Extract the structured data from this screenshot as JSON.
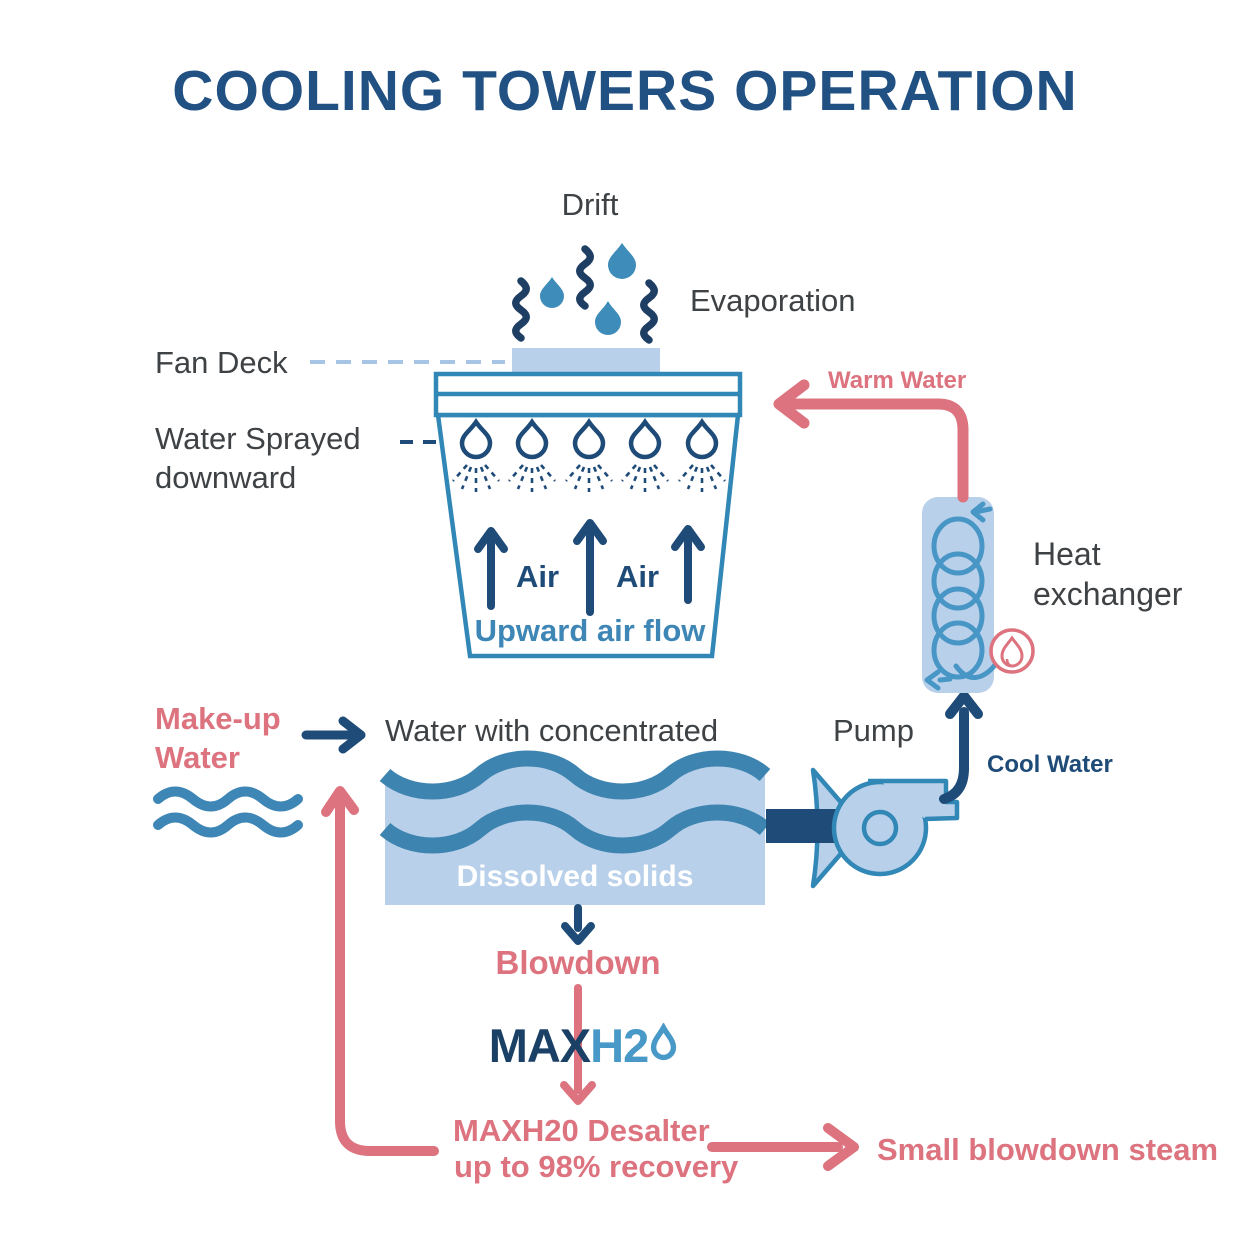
{
  "title": "COOLING TOWERS OPERATION",
  "colors": {
    "title_navy": "#215083",
    "navy": "#1e4b77",
    "teal_outline": "#3187b5",
    "medium_blue": "#3e8cba",
    "light_blue_fill": "#b9d0ea",
    "pink": "#dc737f",
    "text_gray": "#3f4245",
    "logo_dark": "#1b4065",
    "logo_light": "#4899c8",
    "white": "#ffffff"
  },
  "tower": {
    "drift": "Drift",
    "evaporation": "Evaporation",
    "fan_deck": "Fan Deck",
    "water_sprayed": "Water Sprayed downward",
    "air_left": "Air",
    "air_right": "Air",
    "upward_air_flow": "Upward air flow"
  },
  "basin": {
    "makeup_water": "Make-up Water",
    "water_concentrated": "Water with concentrated",
    "dissolved_solids": "Dissolved solids"
  },
  "circuit": {
    "pump": "Pump",
    "cool_water": "Cool Water",
    "heat_exchanger": "Heat exchanger",
    "warm_water": "Warm Water"
  },
  "blowdown_section": {
    "blowdown": "Blowdown",
    "logo_max": "MAX",
    "logo_h2": "H2",
    "desalter_line1": "MAXH20 Desalter",
    "desalter_line2": "up to 98% recovery",
    "small_blowdown": "Small blowdown steam"
  }
}
